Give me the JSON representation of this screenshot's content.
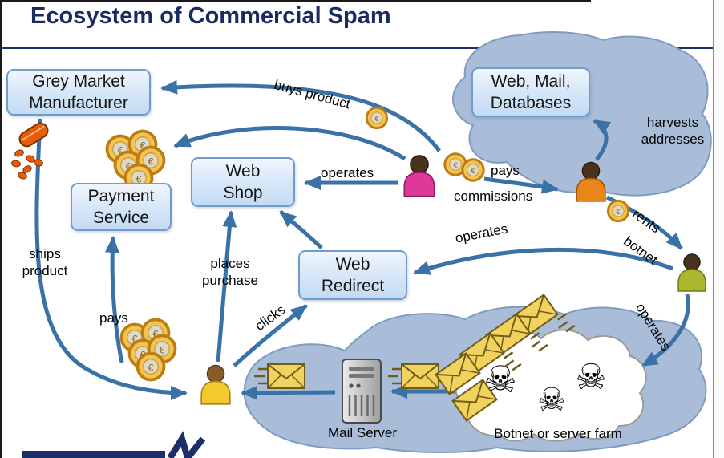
{
  "title": "Ecosystem of Commercial Spam",
  "boxes": {
    "grey_market_manufacturer": {
      "line1": "Grey Market",
      "line2": "Manufacturer"
    },
    "payment_service": {
      "line1": "Payment",
      "line2": "Service"
    },
    "web_shop": {
      "line1": "Web",
      "line2": "Shop"
    },
    "web_redirect": {
      "line1": "Web",
      "line2": "Redirect"
    },
    "web_mail_databases": {
      "line1": "Web, Mail,",
      "line2": "Databases"
    }
  },
  "arrow_labels": {
    "buys_product": "buys product",
    "operates_shop": "operates",
    "pays_commissions_line1": "pays",
    "pays_commissions_line2": "commissions",
    "harvests_line1": "harvests",
    "harvests_line2": "addresses",
    "rents_line1": "rents",
    "rents_line2": "botnet",
    "operates_redirect": "operates",
    "operates_botnet": "operates",
    "ships_line1": "ships",
    "ships_line2": "product",
    "places_line1": "places",
    "places_line2": "purchase",
    "pays": "pays",
    "clicks": "clicks"
  },
  "captions": {
    "mail_server": "Mail Server",
    "botnet_farm": "Botnet or server farm"
  },
  "icons": {
    "skull_glyph": "☠",
    "euro_glyph": "€",
    "names": [
      "spammer-person-icon",
      "harvester-person-icon",
      "botmaster-person-icon",
      "buyer-person-icon",
      "euro-coin-icon",
      "envelope-icon",
      "mail-server-icon",
      "botnet-cloud-icon",
      "skull-crossbones-icon",
      "pills-icon"
    ]
  },
  "colors": {
    "title_navy": "#1b2a63",
    "arrow_blue": "#3a72a8",
    "blob_fill": "#a9bdd9",
    "blob_border": "#7e9bc2",
    "box_border": "#6f9bcd",
    "box_fill_top": "#f0f6fd",
    "box_fill_bottom": "#c3dbf3",
    "coin_gold": "#f4c452",
    "envelope_yellow": "#f1d25f",
    "person_pink": "#e0389a",
    "person_orange": "#e8861a",
    "person_green": "#a9b82f",
    "person_yellow": "#f2ca2e",
    "pill_orange": "#e85d04",
    "server_gray": "#c9c9c9"
  }
}
